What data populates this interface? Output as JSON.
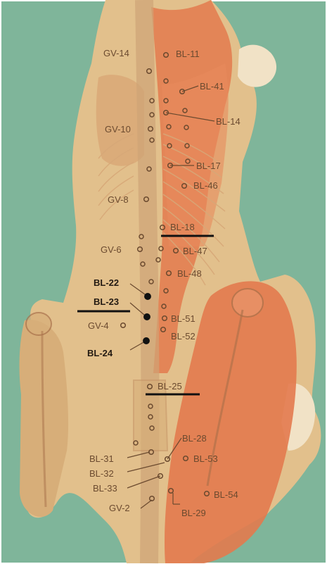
{
  "colors": {
    "background": "#7fb59a",
    "body": "#e2c08c",
    "muscle": "#e37a4e",
    "bone": "#c79667",
    "point_open_stroke": "#6b4a2f",
    "point_filled": "#111111",
    "label_text": "#6b4a2f",
    "label_text_bold": "#231a12"
  },
  "labels": {
    "gv14": "GV-14",
    "bl11": "BL-11",
    "bl41": "BL-41",
    "gv10": "GV-10",
    "bl14": "BL-14",
    "bl17": "BL-17",
    "bl46": "BL-46",
    "gv8": "GV-8",
    "bl18": "BL-18",
    "gv6": "GV-6",
    "bl47": "BL-47",
    "bl48": "BL-48",
    "bl22": "BL-22",
    "bl23": "BL-23",
    "bl51": "BL-51",
    "gv4": "GV-4",
    "bl52": "BL-52",
    "bl24": "BL-24",
    "bl25": "BL-25",
    "bl28": "BL-28",
    "bl31": "BL-31",
    "bl53": "BL-53",
    "bl32": "BL-32",
    "bl33": "BL-33",
    "bl54": "BL-54",
    "gv2": "GV-2",
    "bl29": "BL-29"
  },
  "highlighted_points": [
    "BL-22",
    "BL-23",
    "BL-24"
  ],
  "underlined_points": [
    "BL-18",
    "BL-23",
    "BL-25"
  ]
}
